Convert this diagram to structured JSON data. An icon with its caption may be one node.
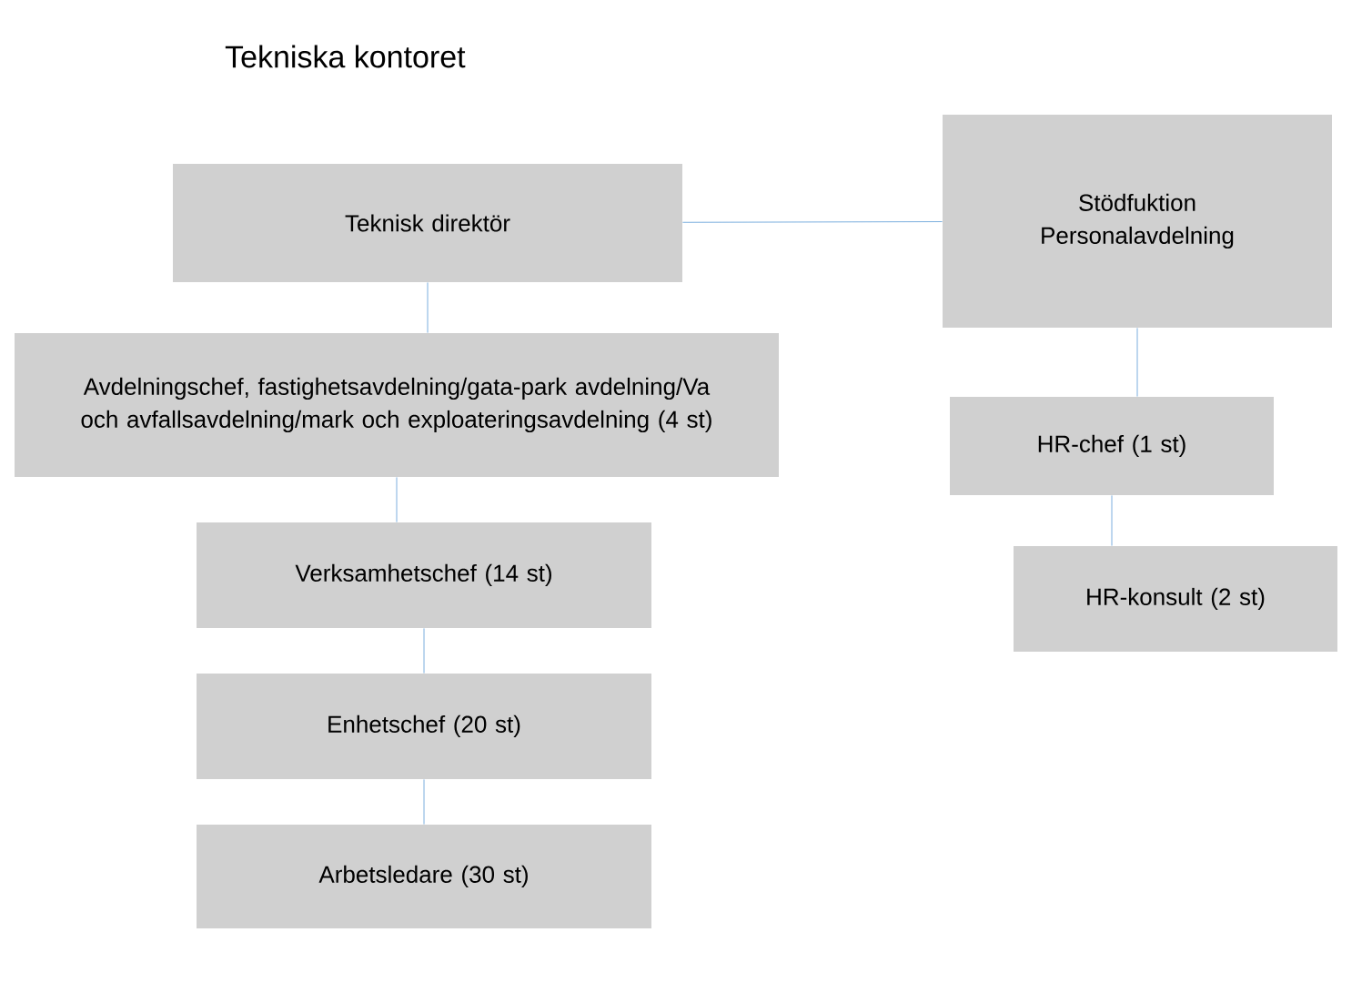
{
  "diagram": {
    "title": "Tekniska kontoret",
    "nodes": [
      {
        "text": [
          "Teknisk direktör"
        ]
      },
      {
        "text": [
          "Stödfuktion Personalavdelning"
        ]
      },
      {
        "text": [
          "Avdelningschef, fastighetsavdelning/gata-park avdelning/Va och avfallsavdelning/mark och exploateringsavdelning (4 st)"
        ]
      },
      {
        "text": [
          "Verksamhetschef (14 st)"
        ]
      },
      {
        "text": [
          "Enhetschef (20 st)"
        ]
      },
      {
        "text": [
          "Arbetsledare (30 st)"
        ]
      },
      {
        "text": [
          "HR-chef (1 st)"
        ]
      },
      {
        "text": [
          "HR-konsult (2 st)"
        ]
      }
    ],
    "edges": [
      {
        "from": 0,
        "to": 1,
        "arrow": "none"
      },
      {
        "from": 0,
        "to": 2,
        "arrow": "none"
      },
      {
        "from": 2,
        "to": 3,
        "arrow": "none"
      },
      {
        "from": 3,
        "to": 4,
        "arrow": "none"
      },
      {
        "from": 4,
        "to": 5,
        "arrow": "none"
      },
      {
        "from": 1,
        "to": 6,
        "arrow": "none"
      },
      {
        "from": 6,
        "to": 7,
        "arrow": "none"
      }
    ]
  }
}
